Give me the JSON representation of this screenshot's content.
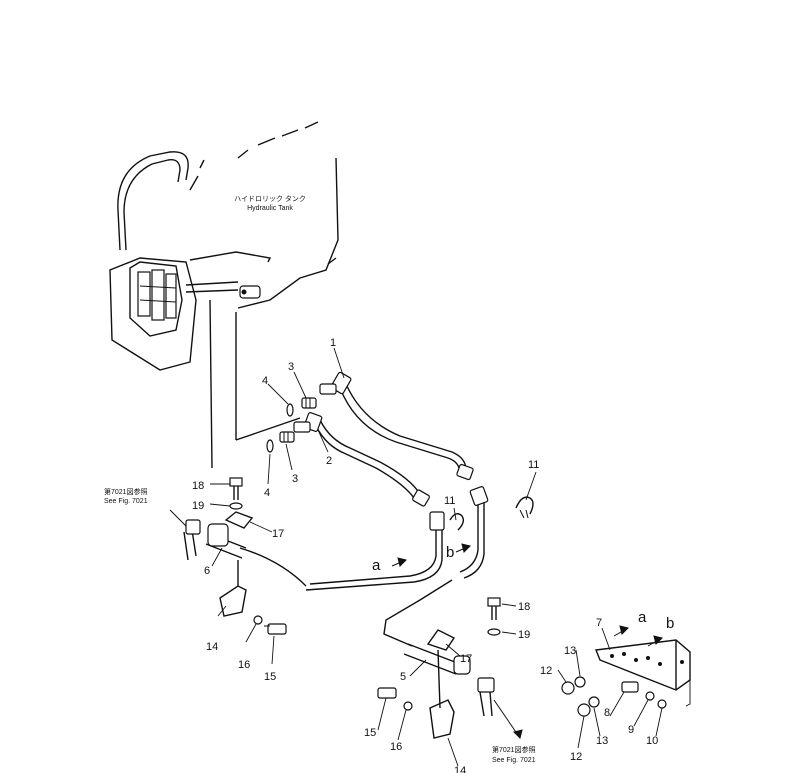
{
  "tank": {
    "label_jp": "ハイドロリック タンク",
    "label_en": "Hydraulic Tank"
  },
  "references": [
    {
      "id": "ref-left",
      "label_jp": "第7021図参照",
      "label_en": "See Fig. 7021"
    },
    {
      "id": "ref-bottom",
      "label_jp": "第7021図参照",
      "label_en": "See Fig. 7021"
    }
  ],
  "callouts": [
    {
      "id": "c1",
      "text": "1"
    },
    {
      "id": "c2",
      "text": "2"
    },
    {
      "id": "c3a",
      "text": "3"
    },
    {
      "id": "c3b",
      "text": "3"
    },
    {
      "id": "c4a",
      "text": "4"
    },
    {
      "id": "c4b",
      "text": "4"
    },
    {
      "id": "c5",
      "text": "5"
    },
    {
      "id": "c6",
      "text": "6"
    },
    {
      "id": "c7",
      "text": "7"
    },
    {
      "id": "c9",
      "text": "9"
    },
    {
      "id": "c10",
      "text": "10"
    },
    {
      "id": "c8",
      "text": "8"
    },
    {
      "id": "c11a",
      "text": "11"
    },
    {
      "id": "c11b",
      "text": "11"
    },
    {
      "id": "c12a",
      "text": "12"
    },
    {
      "id": "c12b",
      "text": "12"
    },
    {
      "id": "c13a",
      "text": "13"
    },
    {
      "id": "c13b",
      "text": "13"
    },
    {
      "id": "c14a",
      "text": "14"
    },
    {
      "id": "c14b",
      "text": "14"
    },
    {
      "id": "c15a",
      "text": "15"
    },
    {
      "id": "c15b",
      "text": "15"
    },
    {
      "id": "c16a",
      "text": "16"
    },
    {
      "id": "c16b",
      "text": "16"
    },
    {
      "id": "c17a",
      "text": "17"
    },
    {
      "id": "c17b",
      "text": "17"
    },
    {
      "id": "c18a",
      "text": "18"
    },
    {
      "id": "c18b",
      "text": "18"
    },
    {
      "id": "c19a",
      "text": "19"
    },
    {
      "id": "c19b",
      "text": "19"
    }
  ],
  "connection_marks": [
    {
      "id": "a-left",
      "text": "a"
    },
    {
      "id": "b-left",
      "text": "b"
    },
    {
      "id": "a-right",
      "text": "a"
    },
    {
      "id": "b-right",
      "text": "b"
    }
  ]
}
